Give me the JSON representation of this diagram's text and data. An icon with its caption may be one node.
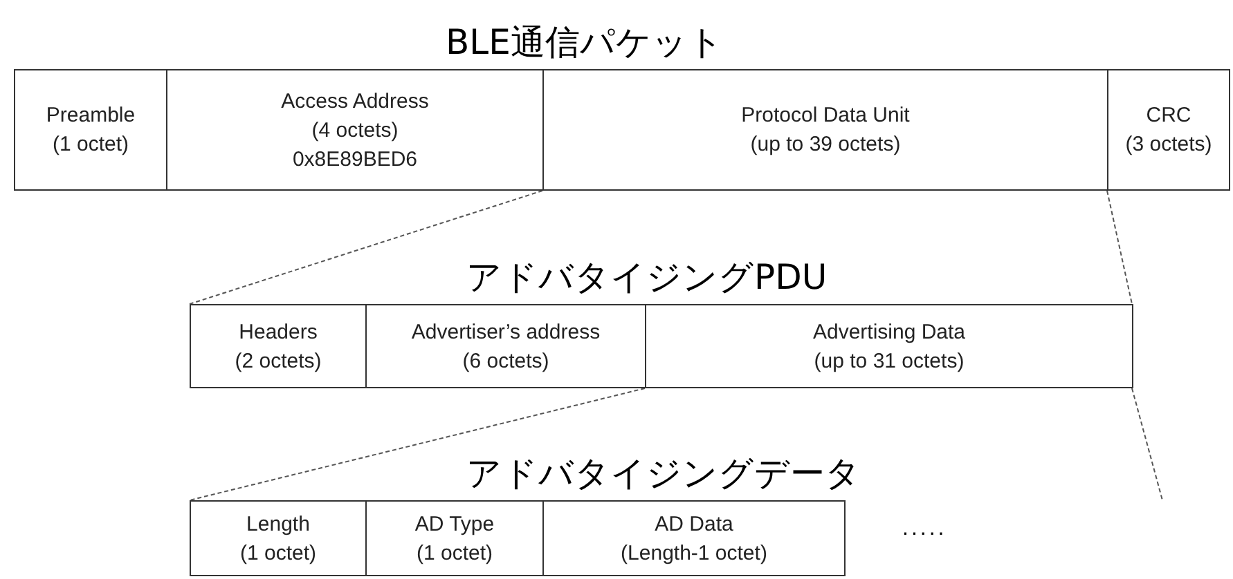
{
  "diagram": {
    "nodes": [
      {
        "text": [
          "BLE通信パケット"
        ]
      },
      {
        "text": [
          "Preamble",
          "(1 octet)"
        ],
        "in": 0
      },
      {
        "text": [
          "Access Address",
          "(4 octets)",
          "0x8E89BED6"
        ],
        "in": 0
      },
      {
        "text": [
          "Protocol Data Unit",
          "(up to 39 octets)"
        ],
        "in": 0
      },
      {
        "text": [
          "CRC",
          "(3 octets)"
        ],
        "in": 0
      },
      {
        "text": [
          "アドバタイジングPDU"
        ]
      },
      {
        "text": [
          "Headers",
          "(2 octets)"
        ],
        "in": 5
      },
      {
        "text": [
          "Advertiser’s address",
          "(6 octets)"
        ],
        "in": 5
      },
      {
        "text": [
          "Advertising Data",
          "(up to 31 octets)"
        ],
        "in": 5
      },
      {
        "text": [
          "アドバタイジングデータ"
        ]
      },
      {
        "text": [
          "Length",
          "(1 octet)"
        ],
        "in": 9
      },
      {
        "text": [
          "AD Type",
          "(1 octet)"
        ],
        "in": 9
      },
      {
        "text": [
          "AD Data",
          "(Length-1 octet)"
        ],
        "in": 9
      }
    ],
    "edges": [
      {
        "from": 3,
        "to": 6,
        "arrow": "none",
        "style": "dashed"
      },
      {
        "from": 3,
        "to": 8,
        "arrow": "none",
        "style": "dashed"
      },
      {
        "from": 8,
        "to": 10,
        "arrow": "none",
        "style": "dashed"
      },
      {
        "from": 8,
        "to": null,
        "arrow": "none",
        "style": "dashed"
      }
    ],
    "labels": [
      "....."
    ]
  }
}
